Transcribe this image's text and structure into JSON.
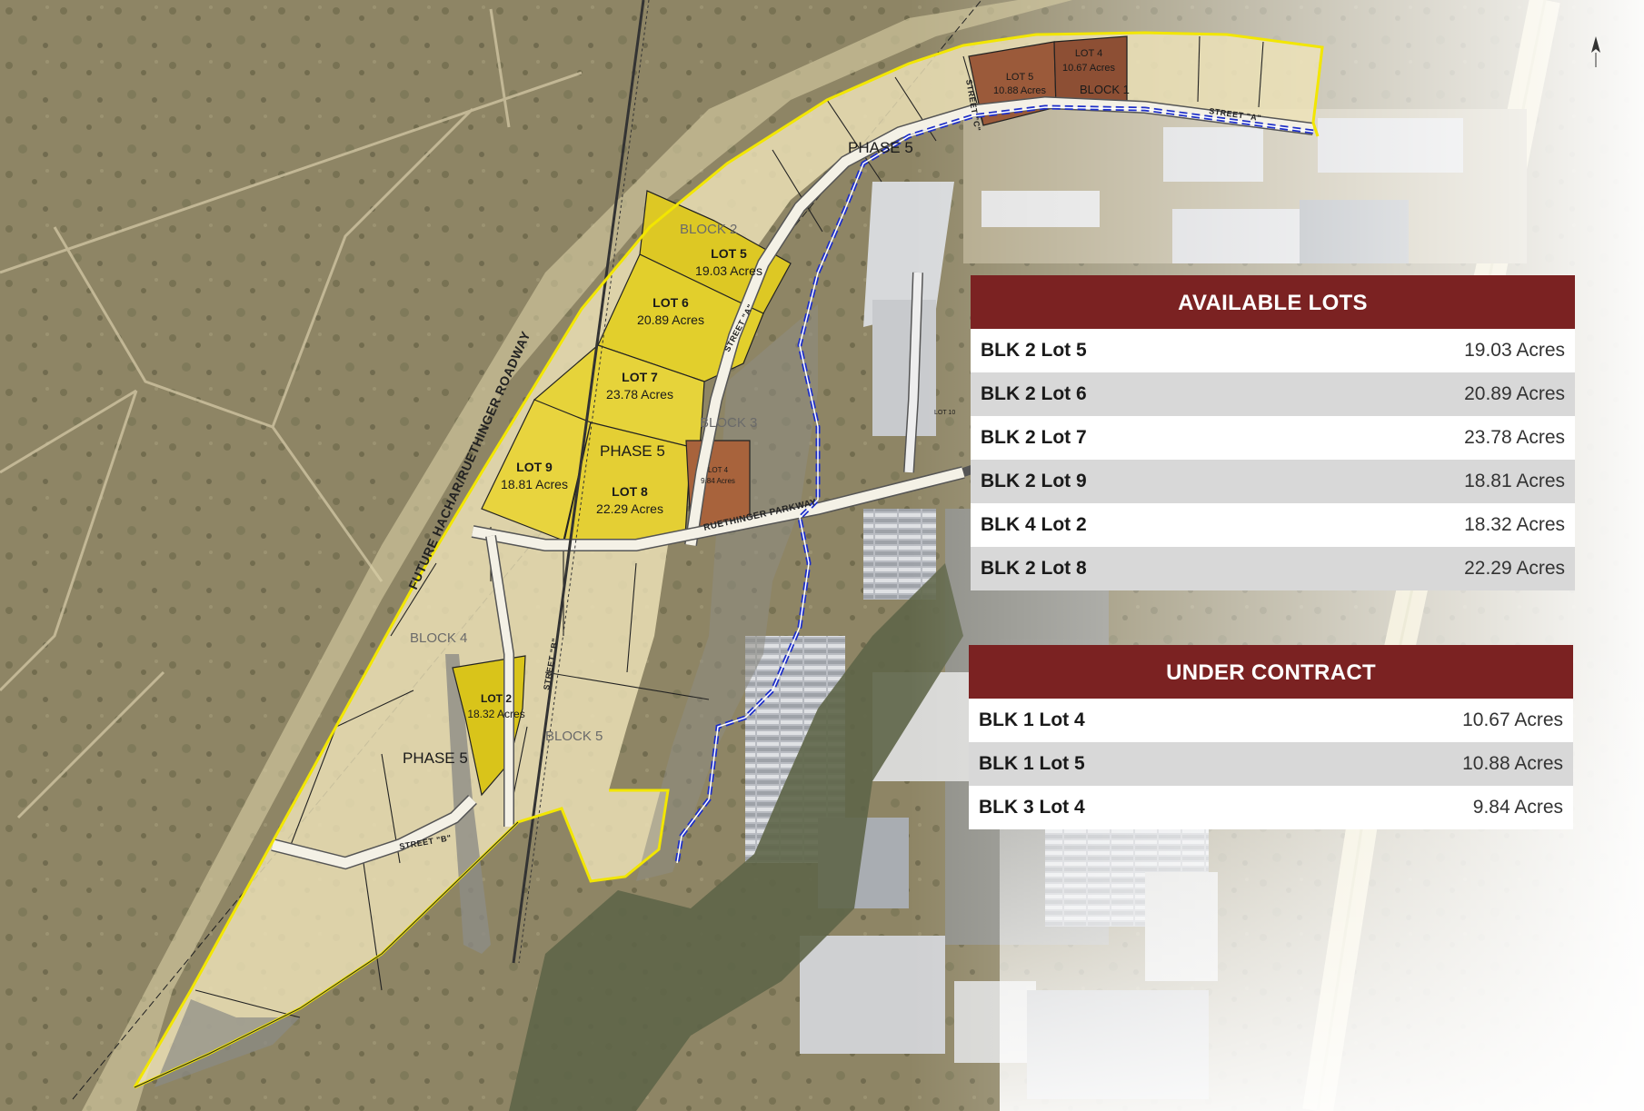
{
  "map": {
    "roadway_label": "FUTURE HACHAR/RUETHINGER ROADWAY",
    "parkway_label": "RUETHINGER PARKWAY",
    "street_a": "STREET \"A\"",
    "street_b": "STREET \"B\"",
    "street_c": "STREET \"C\"",
    "phase_labels": [
      "PHASE 5",
      "PHASE 5",
      "PHASE 5"
    ],
    "block_labels": [
      "BLOCK 1",
      "BLOCK 2",
      "BLOCK 3",
      "BLOCK 4",
      "BLOCK 5"
    ],
    "lots": [
      {
        "name": "LOT 5",
        "acres": "19.03 Acres"
      },
      {
        "name": "LOT 6",
        "acres": "20.89 Acres"
      },
      {
        "name": "LOT 7",
        "acres": "23.78 Acres"
      },
      {
        "name": "LOT 9",
        "acres": "18.81 Acres"
      },
      {
        "name": "LOT 8",
        "acres": "22.29 Acres"
      },
      {
        "name": "LOT 2",
        "acres": "18.32 Acres"
      },
      {
        "name": "LOT 4",
        "acres": "9.84 Acres"
      },
      {
        "name": "LOT 5",
        "acres": "10.88 Acres"
      },
      {
        "name": "LOT 4",
        "acres": "10.67 Acres"
      }
    ],
    "lot10_label": "LOT 10",
    "colors": {
      "available": "#e8d22a",
      "under_contract": "#9b5a3a",
      "boundary": "#f2e600",
      "trail": "#1e2fc8",
      "panel_header": "#7b2222"
    }
  },
  "available_lots": {
    "title": "AVAILABLE LOTS",
    "rows": [
      {
        "name": "BLK 2 Lot 5",
        "acres": "19.03 Acres"
      },
      {
        "name": "BLK 2 Lot 6",
        "acres": "20.89 Acres"
      },
      {
        "name": "BLK 2 Lot 7",
        "acres": "23.78 Acres"
      },
      {
        "name": "BLK 2 Lot 9",
        "acres": "18.81 Acres"
      },
      {
        "name": "BLK 4 Lot 2",
        "acres": "18.32 Acres"
      },
      {
        "name": "BLK 2 Lot 8",
        "acres": "22.29 Acres"
      }
    ]
  },
  "under_contract": {
    "title": "UNDER CONTRACT",
    "rows": [
      {
        "name": "BLK 1 Lot 4",
        "acres": "10.67 Acres"
      },
      {
        "name": "BLK 1 Lot 5",
        "acres": "10.88 Acres"
      },
      {
        "name": "BLK 3 Lot 4",
        "acres": "9.84 Acres"
      }
    ]
  }
}
